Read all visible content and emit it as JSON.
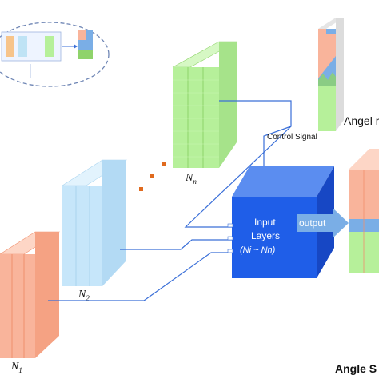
{
  "labels": {
    "n_n": "N",
    "n_n_sub": "n",
    "n_2": "N",
    "n_2_sub": "2",
    "n_1": "N",
    "n_1_sub": "1",
    "angel_map": "Angel m",
    "control_signal": "Control Signal",
    "input_line1": "Input",
    "input_line2": "Layers",
    "input_line3": "(Ni ~ Nn)",
    "output": "output",
    "angle_caption": "Angle S"
  },
  "colors": {
    "green": "#b6f09a",
    "green_dark": "#8fd36b",
    "blue_light": "#c6e6fa",
    "orange": "#f9b49b",
    "blue_box": "#1f5ee8",
    "blue_line": "#3a6fd8",
    "dots": "#e06a1e",
    "inset_border": "#6f86b5",
    "arrow_blue": "#7aaee6"
  },
  "icons": {
    "output_arrow": "arrow-right-icon",
    "control_arrow": "arrow-down-icon"
  }
}
